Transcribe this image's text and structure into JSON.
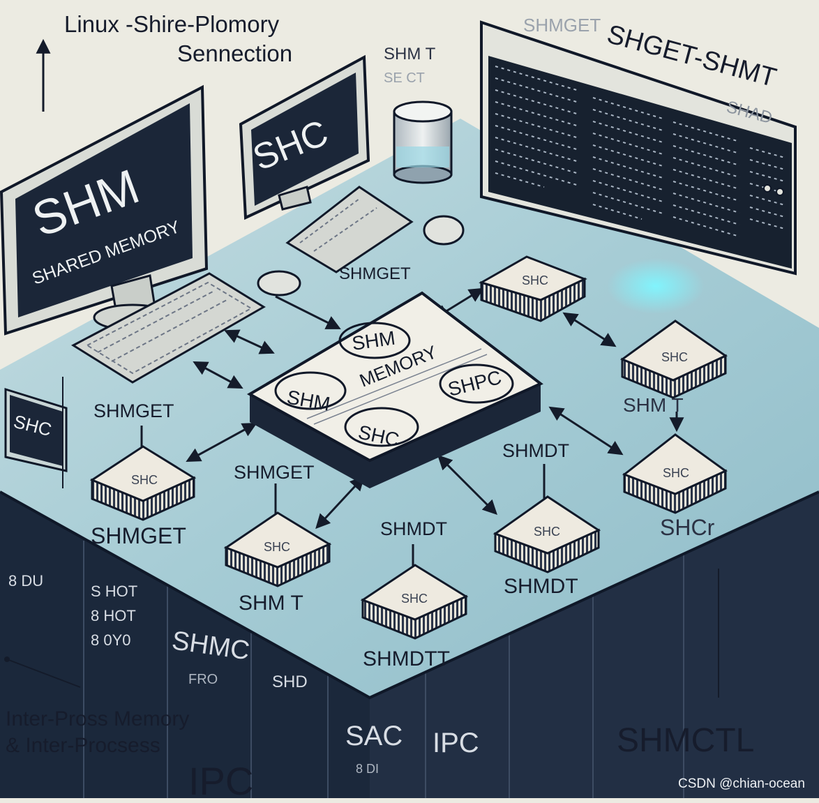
{
  "header": {
    "title_line1": "Linux -Shire-Plomory",
    "title_line2": "Sennection",
    "faded_label_1": "SHM T",
    "faded_label_2": "SE  CT"
  },
  "left_monitor": {
    "big_text": "SHM",
    "sub_text": "SHARED MEMORY"
  },
  "center_monitor": {
    "text": "SHC"
  },
  "small_screen": {
    "text": "SHC"
  },
  "terminal": {
    "title_faded": "SHMGET",
    "title": "SHGET-SHMT",
    "title_sub": "SHAD"
  },
  "central_block": {
    "badge_top": "SHM",
    "label": "MEMORY",
    "badge_left": "SHM",
    "badge_right": "SHPC",
    "badge_bottom": "SHC"
  },
  "labels": {
    "shmget_top": "SHMGET",
    "shmget_left": "SHMGET",
    "shmget_center": "SHMGET",
    "shmget_bottom_left": "SHMGET",
    "shmdt_upper": "SHMDT",
    "shmdt_mid": "SHMDT",
    "shmdt_lower": "SHMDT",
    "shmdtt": "SHMDTT",
    "shm_t_center": "SHM T",
    "shm_t_right": "SHM T",
    "shcr": "SHCr",
    "chip_text": "SHC"
  },
  "side_text": {
    "left_codes": [
      "8 DU",
      "S HOT",
      "8 HOT",
      "8 0Y0"
    ],
    "shmc": "SHMC",
    "shmc_sub": "FRO",
    "mid_code": "SHD",
    "sac": "SAC",
    "ipc_small": "IPC",
    "sac_sub": "8 DI"
  },
  "footer": {
    "line1": "Inter-Pross Memory",
    "line2": "& Inter-Procsess",
    "ipc": "IPC",
    "shmctl": "SHMCTL",
    "watermark": "CSDN @chian-ocean"
  },
  "colors": {
    "paper": "#ecebe2",
    "platform_top": "#a9cdd6",
    "platform_side": "#1c2a3e",
    "screen_dark": "#1b2638",
    "accent_cyan": "#56e6f0",
    "ink": "#161c2c"
  }
}
